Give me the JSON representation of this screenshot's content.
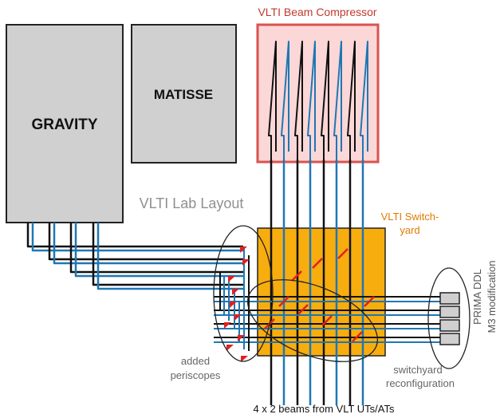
{
  "labels": {
    "gravity": "GRAVITY",
    "matisse": "MATISSE",
    "beam_compressor": "VLTI Beam Compressor",
    "lab_layout": "VLTI Lab Layout",
    "switchyard_line1": "VLTI Switch-",
    "switchyard_line2": "yard",
    "prima_line1": "PRIMA DDL",
    "prima_line2": "M3 modification",
    "periscopes_line1": "added",
    "periscopes_line2": "periscopes",
    "reconfig_line1": "switchyard",
    "reconfig_line2": "reconfiguration",
    "beams_caption": "4 x 2 beams from VLT UTs/ATs"
  },
  "colors": {
    "instrument_fill": "#d0d0d0",
    "compressor_fill": "#fbd7d7",
    "compressor_border": "#d9534f",
    "compressor_title": "#c0392b",
    "switchyard_fill": "#f8ad0e",
    "switchyard_label": "#e07b00",
    "beam_black": "#111111",
    "beam_blue": "#1f77b4",
    "periscope_red": "#e02020",
    "annotation_gray": "#666666"
  }
}
